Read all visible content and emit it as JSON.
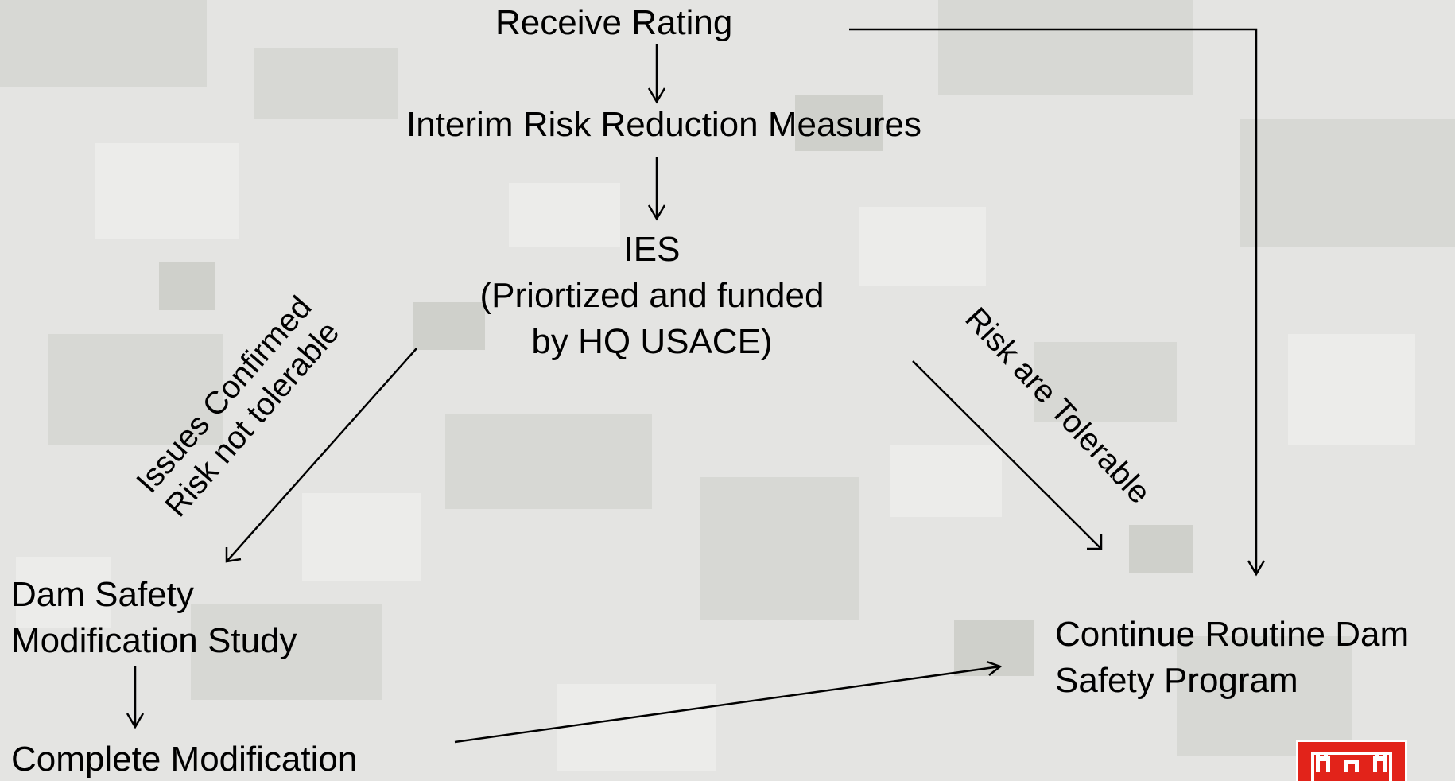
{
  "nodes": {
    "receive_rating": "Receive Rating",
    "interim": "Interim Risk Reduction Measures",
    "ies_line1": "IES",
    "ies_line2": "(Priortized and funded",
    "ies_line3": "by HQ USACE)",
    "dsms_line1": "Dam Safety",
    "dsms_line2": "Modification Study",
    "complete_mod": "Complete Modification",
    "continue_line1": "Continue Routine Dam",
    "continue_line2": "Safety Program"
  },
  "edge_labels": {
    "issues_line1": "Issues Confirmed",
    "issues_line2": "Risk not tolerable",
    "risk_tolerable": "Risk are Tolerable"
  },
  "colors": {
    "background": "#e6e6e4",
    "line": "#000000",
    "logo": "#e2231a"
  },
  "logo": {
    "icon": "usace-castle-logo"
  }
}
